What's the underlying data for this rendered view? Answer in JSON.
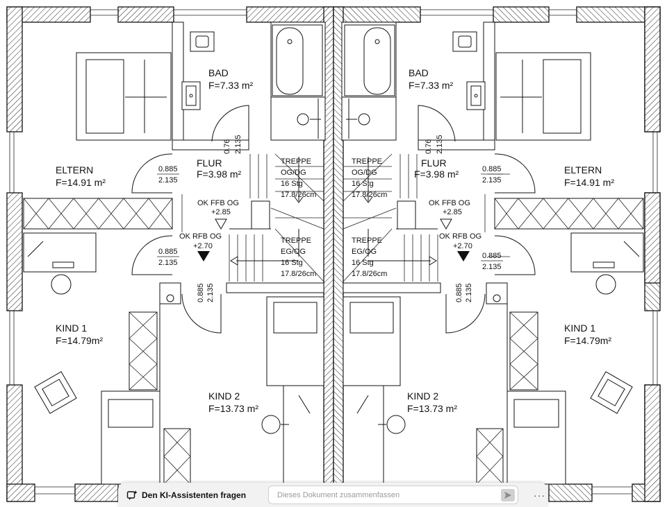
{
  "rooms": {
    "left": {
      "bad": {
        "name": "BAD",
        "area": "F=7.33 m²"
      },
      "flur": {
        "name": "FLUR",
        "area": "F=3.98 m²"
      },
      "eltern": {
        "name": "ELTERN",
        "area": "F=14.91 m²"
      },
      "kind1": {
        "name": "KIND 1",
        "area": "F=14.79m²"
      },
      "kind2": {
        "name": "KIND 2",
        "area": "F=13.73 m²"
      },
      "treppe_og": {
        "name": "TREPPE",
        "floors": "OG/DG",
        "steps": "16 Stg",
        "rise": "17.8/26cm"
      },
      "treppe_eg": {
        "name": "TREPPE",
        "floors": "EG/OG",
        "steps": "16 Stg",
        "rise": "17.8/26cm"
      }
    },
    "right": {
      "bad": {
        "name": "BAD",
        "area": "F=7.33 m²"
      },
      "flur": {
        "name": "FLUR",
        "area": "F=3.98 m²"
      },
      "eltern": {
        "name": "ELTERN",
        "area": "F=14.91 m²"
      },
      "kind1": {
        "name": "KIND 1",
        "area": "F=14.79m²"
      },
      "kind2": {
        "name": "KIND 2",
        "area": "F=13.73 m²"
      },
      "treppe_og": {
        "name": "TREPPE",
        "floors": "OG/DG",
        "steps": "16 Stg",
        "rise": "17.8/26cm"
      },
      "treppe_eg": {
        "name": "TREPPE",
        "floors": "EG/OG",
        "steps": "16 Stg",
        "rise": "17.8/26cm"
      }
    }
  },
  "levels": {
    "ffb_label": "OK FFB OG",
    "ffb_value": "+2.85",
    "rfb_label": "OK RFB OG",
    "rfb_value": "+2.70"
  },
  "door_dims": {
    "width": "0.885",
    "height": "2.135",
    "bath_width": "0.76",
    "bath_height": "2.135"
  },
  "assistant_bar": {
    "button_label": "Den KI-Assistenten fragen",
    "input_placeholder": "Dieses Dokument zusammenfassen",
    "more_label": "···"
  },
  "colors": {
    "line": "#111111",
    "bar_background": "#f2f2f2"
  }
}
